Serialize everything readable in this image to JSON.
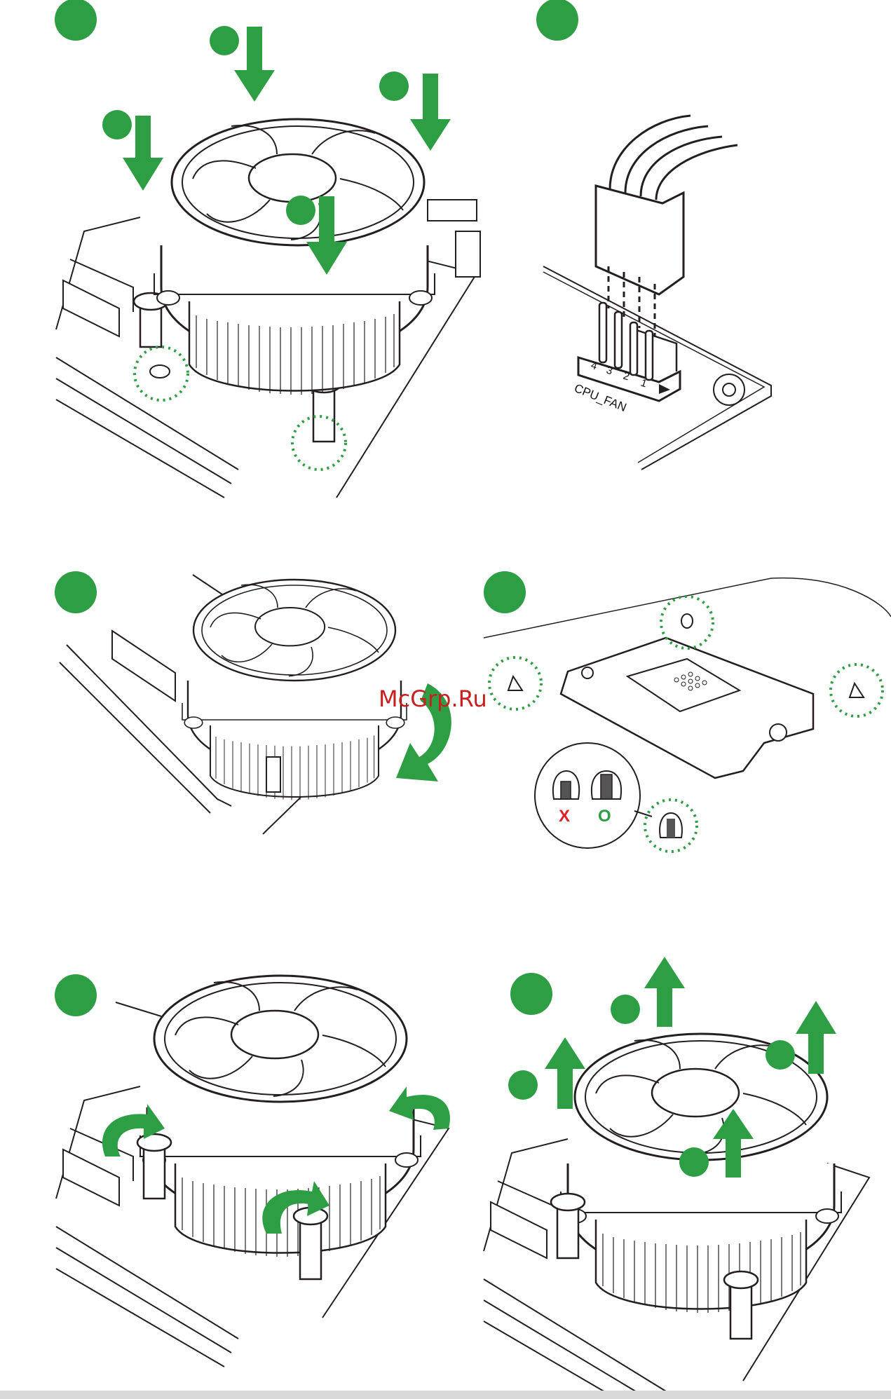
{
  "connector": {
    "header_name": "CPU_FAN",
    "pins": [
      "4",
      "3",
      "2",
      "1"
    ]
  },
  "orientation_check": {
    "wrong_mark": "X",
    "right_mark": "O"
  },
  "watermark": "McGrp.Ru",
  "colors": {
    "accent_green": "#2e9e44",
    "wrong_red": "#e01f26",
    "line": "#231f20"
  },
  "icons": [
    "down-arrow-icon",
    "up-arrow-icon",
    "rotate-arrow-icon",
    "step-marker-icon"
  ]
}
